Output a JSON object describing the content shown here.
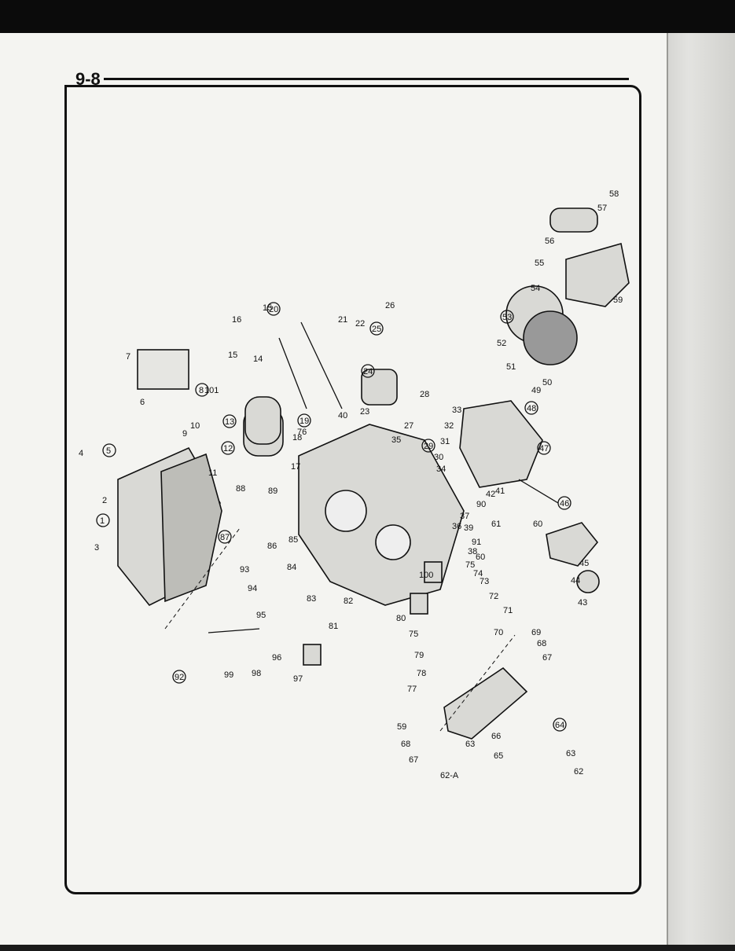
{
  "page": {
    "number": "9-8"
  },
  "callouts": [
    {
      "id": "c1",
      "text": "1",
      "circled": true
    },
    {
      "id": "c2",
      "text": "2",
      "circled": false
    },
    {
      "id": "c3",
      "text": "3",
      "circled": false
    },
    {
      "id": "c4",
      "text": "4",
      "circled": false
    },
    {
      "id": "c5",
      "text": "5",
      "circled": true
    },
    {
      "id": "c6",
      "text": "6",
      "circled": false
    },
    {
      "id": "c7",
      "text": "7",
      "circled": false
    },
    {
      "id": "c8",
      "text": "8",
      "circled": true
    },
    {
      "id": "c9",
      "text": "9",
      "circled": false
    },
    {
      "id": "c10",
      "text": "10",
      "circled": false
    },
    {
      "id": "c11",
      "text": "11",
      "circled": false
    },
    {
      "id": "c12",
      "text": "12",
      "circled": true
    },
    {
      "id": "c13",
      "text": "13",
      "circled": true
    },
    {
      "id": "c14",
      "text": "14",
      "circled": false
    },
    {
      "id": "c15a",
      "text": "15",
      "circled": false
    },
    {
      "id": "c15b",
      "text": "15",
      "circled": false
    },
    {
      "id": "c16",
      "text": "16",
      "circled": false
    },
    {
      "id": "c17",
      "text": "17",
      "circled": false
    },
    {
      "id": "c18",
      "text": "18",
      "circled": false
    },
    {
      "id": "c19",
      "text": "19",
      "circled": true
    },
    {
      "id": "c20",
      "text": "20",
      "circled": true
    },
    {
      "id": "c21",
      "text": "21",
      "circled": false
    },
    {
      "id": "c22",
      "text": "22",
      "circled": false
    },
    {
      "id": "c23",
      "text": "23",
      "circled": false
    },
    {
      "id": "c24",
      "text": "24",
      "circled": true
    },
    {
      "id": "c25",
      "text": "25",
      "circled": true
    },
    {
      "id": "c26",
      "text": "26",
      "circled": false
    },
    {
      "id": "c27",
      "text": "27",
      "circled": false
    },
    {
      "id": "c28",
      "text": "28",
      "circled": false
    },
    {
      "id": "c29",
      "text": "29",
      "circled": true
    },
    {
      "id": "c30",
      "text": "30",
      "circled": false
    },
    {
      "id": "c31",
      "text": "31",
      "circled": false
    },
    {
      "id": "c32",
      "text": "32",
      "circled": false
    },
    {
      "id": "c33",
      "text": "33",
      "circled": false
    },
    {
      "id": "c34",
      "text": "34",
      "circled": false
    },
    {
      "id": "c35",
      "text": "35",
      "circled": false
    },
    {
      "id": "c36",
      "text": "36",
      "circled": false
    },
    {
      "id": "c37",
      "text": "37",
      "circled": false
    },
    {
      "id": "c38",
      "text": "38",
      "circled": false
    },
    {
      "id": "c39",
      "text": "39",
      "circled": false
    },
    {
      "id": "c40",
      "text": "40",
      "circled": false
    },
    {
      "id": "c41",
      "text": "41",
      "circled": false
    },
    {
      "id": "c42",
      "text": "42",
      "circled": false
    },
    {
      "id": "c43",
      "text": "43",
      "circled": false
    },
    {
      "id": "c44",
      "text": "44",
      "circled": false
    },
    {
      "id": "c45",
      "text": "45",
      "circled": false
    },
    {
      "id": "c46",
      "text": "46",
      "circled": true
    },
    {
      "id": "c47",
      "text": "47",
      "circled": true
    },
    {
      "id": "c48",
      "text": "48",
      "circled": true
    },
    {
      "id": "c49",
      "text": "49",
      "circled": false
    },
    {
      "id": "c50",
      "text": "50",
      "circled": false
    },
    {
      "id": "c51",
      "text": "51",
      "circled": false
    },
    {
      "id": "c52",
      "text": "52",
      "circled": false
    },
    {
      "id": "c53",
      "text": "53",
      "circled": true
    },
    {
      "id": "c54",
      "text": "54",
      "circled": false
    },
    {
      "id": "c55",
      "text": "55",
      "circled": false
    },
    {
      "id": "c56",
      "text": "56",
      "circled": false
    },
    {
      "id": "c57",
      "text": "57",
      "circled": false
    },
    {
      "id": "c58",
      "text": "58",
      "circled": false
    },
    {
      "id": "c59a",
      "text": "59",
      "circled": false
    },
    {
      "id": "c59b",
      "text": "59",
      "circled": false
    },
    {
      "id": "c60a",
      "text": "60",
      "circled": false
    },
    {
      "id": "c60b",
      "text": "60",
      "circled": false
    },
    {
      "id": "c61",
      "text": "61",
      "circled": false
    },
    {
      "id": "c62",
      "text": "62",
      "circled": false
    },
    {
      "id": "c62A",
      "text": "62-A",
      "circled": false
    },
    {
      "id": "c63a",
      "text": "63",
      "circled": false
    },
    {
      "id": "c63b",
      "text": "63",
      "circled": false
    },
    {
      "id": "c64",
      "text": "64",
      "circled": true
    },
    {
      "id": "c65",
      "text": "65",
      "circled": false
    },
    {
      "id": "c66",
      "text": "66",
      "circled": false
    },
    {
      "id": "c67a",
      "text": "67",
      "circled": false
    },
    {
      "id": "c67b",
      "text": "67",
      "circled": false
    },
    {
      "id": "c68a",
      "text": "68",
      "circled": false
    },
    {
      "id": "c68b",
      "text": "68",
      "circled": false
    },
    {
      "id": "c69",
      "text": "69",
      "circled": false
    },
    {
      "id": "c70",
      "text": "70",
      "circled": false
    },
    {
      "id": "c71",
      "text": "71",
      "circled": false
    },
    {
      "id": "c72",
      "text": "72",
      "circled": false
    },
    {
      "id": "c73",
      "text": "73",
      "circled": false
    },
    {
      "id": "c74",
      "text": "74",
      "circled": false
    },
    {
      "id": "c75a",
      "text": "75",
      "circled": false
    },
    {
      "id": "c75b",
      "text": "75",
      "circled": false
    },
    {
      "id": "c76",
      "text": "76",
      "circled": false
    },
    {
      "id": "c77",
      "text": "77",
      "circled": false
    },
    {
      "id": "c78",
      "text": "78",
      "circled": false
    },
    {
      "id": "c79",
      "text": "79",
      "circled": false
    },
    {
      "id": "c80",
      "text": "80",
      "circled": false
    },
    {
      "id": "c81",
      "text": "81",
      "circled": false
    },
    {
      "id": "c82",
      "text": "82",
      "circled": false
    },
    {
      "id": "c83",
      "text": "83",
      "circled": false
    },
    {
      "id": "c84",
      "text": "84",
      "circled": false
    },
    {
      "id": "c85",
      "text": "85",
      "circled": false
    },
    {
      "id": "c86",
      "text": "86",
      "circled": false
    },
    {
      "id": "c87",
      "text": "87",
      "circled": true
    },
    {
      "id": "c88",
      "text": "88",
      "circled": false
    },
    {
      "id": "c89",
      "text": "89",
      "circled": false
    },
    {
      "id": "c90",
      "text": "90",
      "circled": false
    },
    {
      "id": "c91",
      "text": "91",
      "circled": false
    },
    {
      "id": "c92",
      "text": "92",
      "circled": true
    },
    {
      "id": "c93",
      "text": "93",
      "circled": false
    },
    {
      "id": "c94",
      "text": "94",
      "circled": false
    },
    {
      "id": "c95",
      "text": "95",
      "circled": false
    },
    {
      "id": "c96",
      "text": "96",
      "circled": false
    },
    {
      "id": "c97",
      "text": "97",
      "circled": false
    },
    {
      "id": "c98",
      "text": "98",
      "circled": false
    },
    {
      "id": "c99",
      "text": "99",
      "circled": false
    },
    {
      "id": "c100",
      "text": "100",
      "circled": false
    },
    {
      "id": "c101",
      "text": "101",
      "circled": false
    }
  ]
}
